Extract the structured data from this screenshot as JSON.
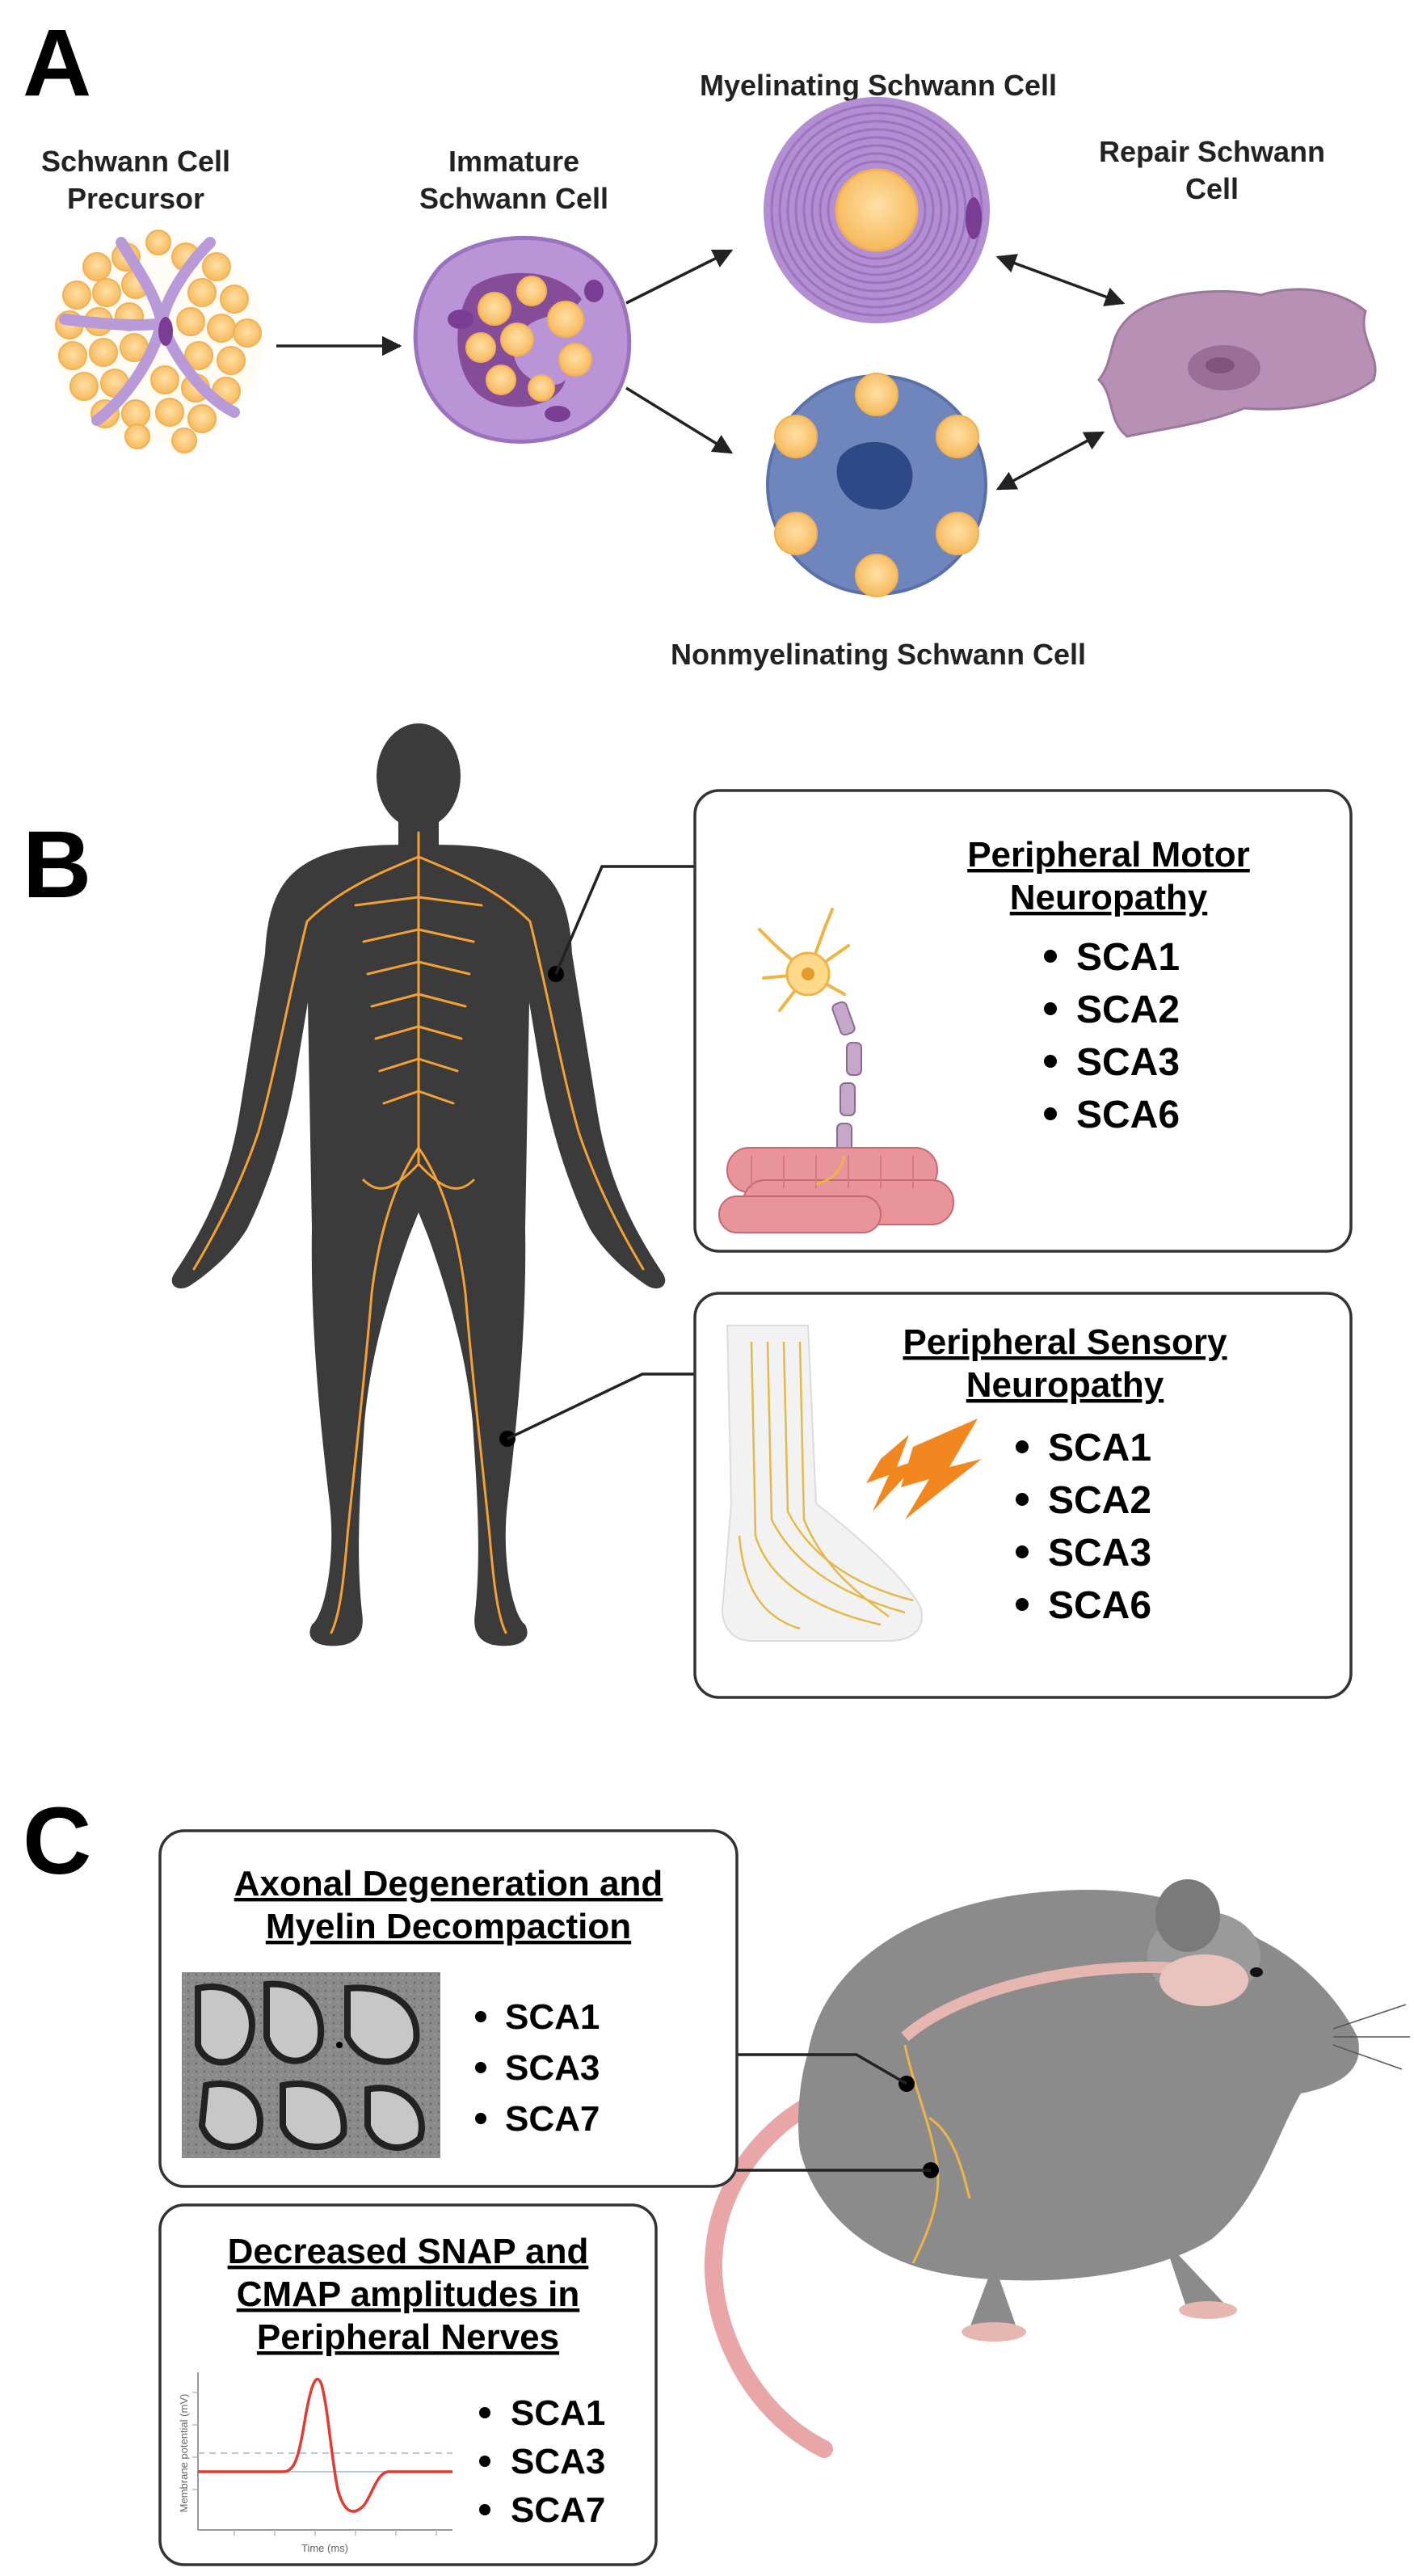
{
  "panel_a": {
    "letter": "A",
    "cells": {
      "precursor": [
        "Schwann Cell",
        "Precursor"
      ],
      "immature": [
        "Immature",
        "Schwann Cell"
      ],
      "myelinating": [
        "Myelinating Schwann Cell"
      ],
      "repair": [
        "Repair Schwann",
        "Cell"
      ],
      "nonmyelinating": [
        "Nonmyelinating Schwann Cell"
      ]
    }
  },
  "panel_b": {
    "letter": "B",
    "motor": {
      "title": [
        "Peripheral Motor",
        "Neuropathy"
      ],
      "items": [
        "SCA1",
        "SCA2",
        "SCA3",
        "SCA6"
      ]
    },
    "sensory": {
      "title": [
        "Peripheral Sensory",
        "Neuropathy"
      ],
      "items": [
        "SCA1",
        "SCA2",
        "SCA3",
        "SCA6"
      ]
    }
  },
  "panel_c": {
    "letter": "C",
    "axonal": {
      "title": [
        "Axonal Degeneration and",
        "Myelin Decompaction"
      ],
      "items": [
        "SCA1",
        "SCA3",
        "SCA7"
      ]
    },
    "snap": {
      "title": [
        "Decreased SNAP and",
        "CMAP amplitudes in",
        "Peripheral Nerves"
      ],
      "items": [
        "SCA1",
        "SCA3",
        "SCA7"
      ],
      "ylabel": "Membrane potential (mV)",
      "xlabel": "Time (ms)"
    }
  },
  "colors": {
    "myelin_purple": "#b48fd3",
    "nonmyelin_blue": "#6f86bd",
    "axon_orange": "#ffcc80",
    "nerve_orange": "#f5a033",
    "body_dark": "#3a3a3a",
    "repair_mauve": "#b790b5"
  }
}
